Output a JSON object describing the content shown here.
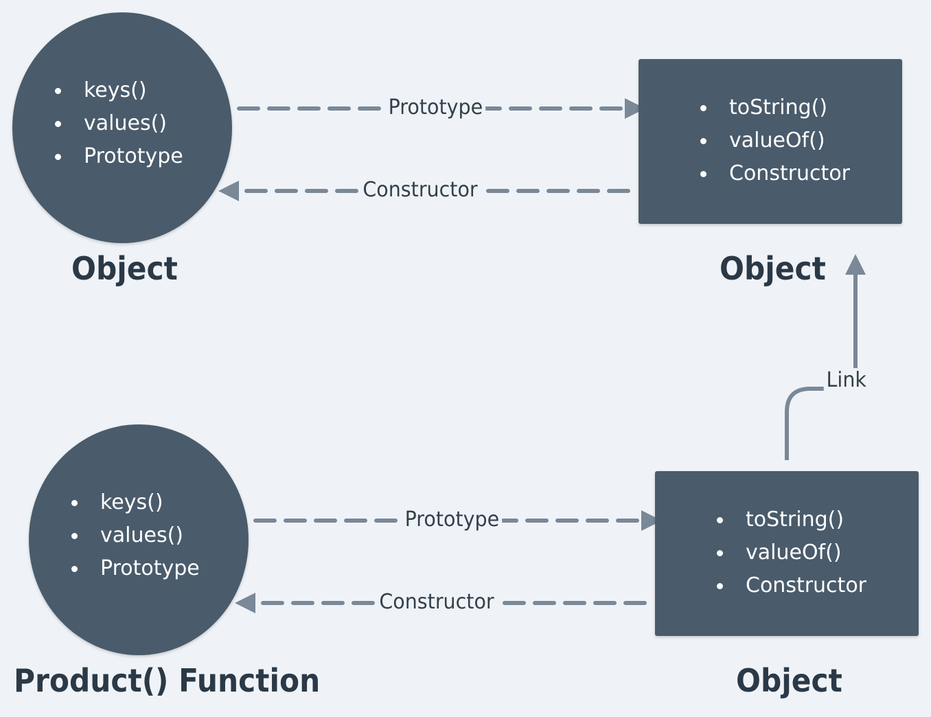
{
  "diagram": {
    "top_left": {
      "items": [
        "keys()",
        "values()",
        "Prototype"
      ],
      "title": "Object"
    },
    "top_right": {
      "items": [
        "toString()",
        "valueOf()",
        "Constructor"
      ],
      "title": "Object"
    },
    "bottom_left": {
      "items": [
        "keys()",
        "values()",
        "Prototype"
      ],
      "title": "Product() Function"
    },
    "bottom_right": {
      "items": [
        "toString()",
        "valueOf()",
        "Constructor"
      ],
      "title": "Object"
    },
    "edges": {
      "top_prototype": "Prototype",
      "top_constructor": "Constructor",
      "bottom_prototype": "Prototype",
      "bottom_constructor": "Constructor",
      "link": "Link"
    },
    "colors": {
      "background": "#eff3f7",
      "node_fill": "#4a5b6b",
      "edge_stroke": "#7a8898",
      "title_text": "#2b3947"
    }
  }
}
